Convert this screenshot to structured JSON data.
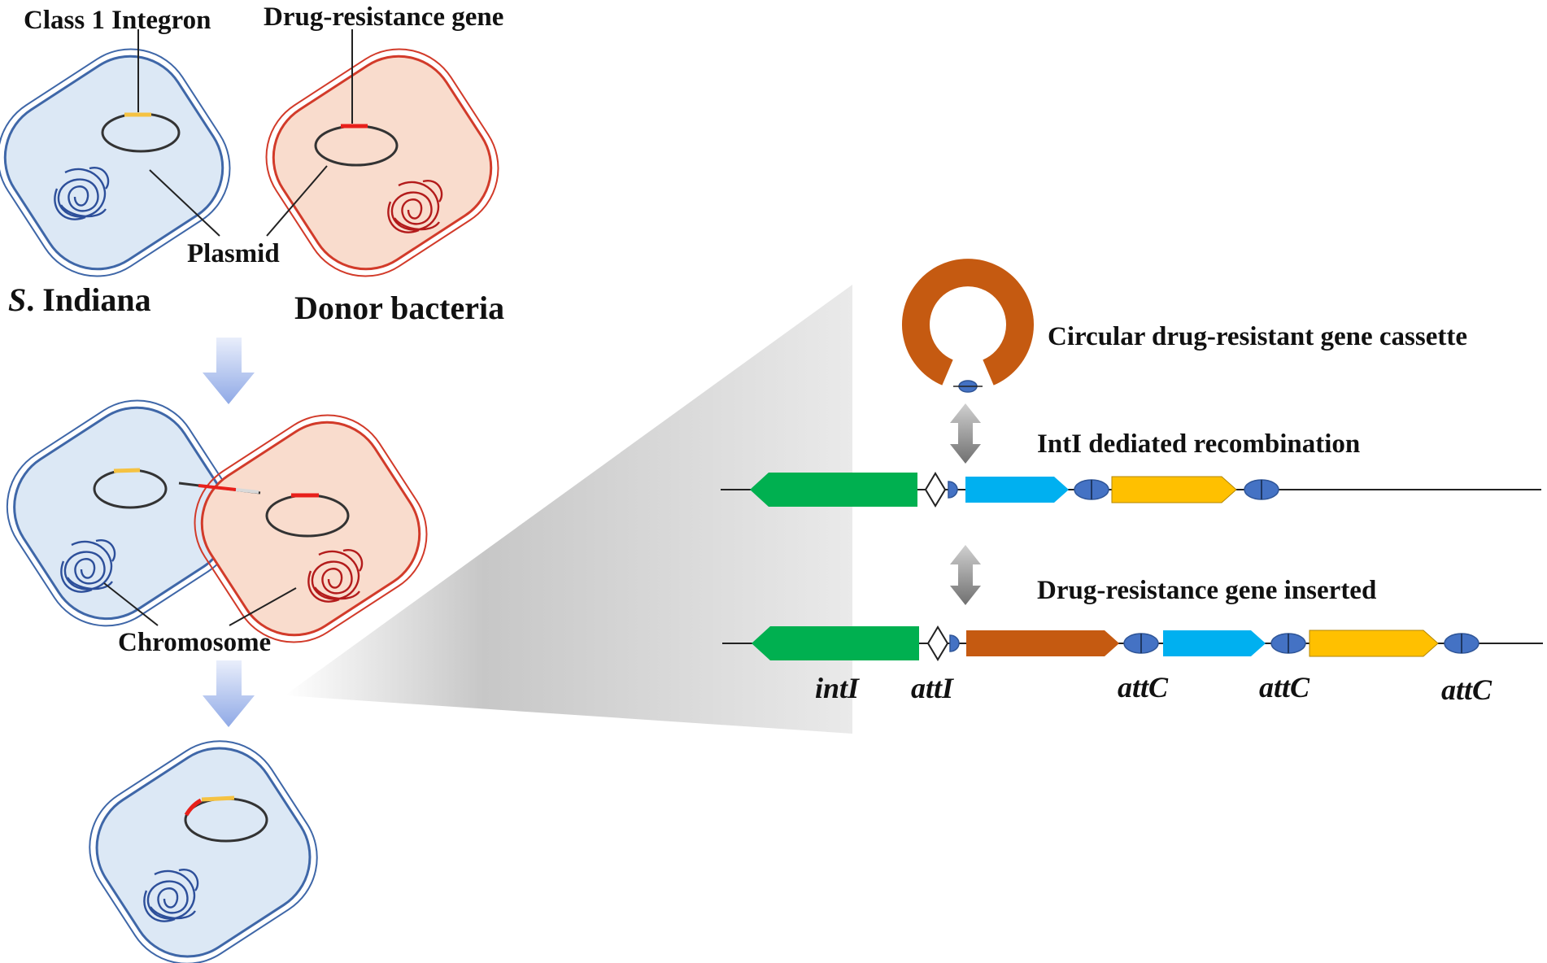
{
  "labels": {
    "class1_integron": "Class 1 Integron",
    "drug_resistance_gene": "Drug-resistance gene",
    "plasmid": "Plasmid",
    "s_indiana_prefix": "S",
    "s_indiana_rest": ". Indiana",
    "donor_bacteria": "Donor bacteria",
    "chromosome": "Chromosome",
    "circular_cassette": "Circular drug-resistant gene cassette",
    "inti_recombination": "IntI dediated recombination",
    "gene_inserted": "Drug-resistance gene inserted",
    "intI": "intI",
    "attI": "attI",
    "attC_1": "attC",
    "attC_2": "attC",
    "attC_3": "attC"
  },
  "colors": {
    "recipient_fill": "#dce8f5",
    "recipient_stroke": "#3f67a8",
    "donor_fill": "#f9dccd",
    "donor_stroke": "#d23b2a",
    "integron_yellow": "#f5c242",
    "resistance_red": "#e8201b",
    "intI_green": "#00b050",
    "gene_blue": "#00b0f0",
    "gene_yellow": "#ffc000",
    "cassette_orange": "#c55a11",
    "attC_blue": "#4472c4",
    "flow_arrow": "#8fa9e6"
  },
  "icons": {
    "flow_arrow": "down-arrow-icon",
    "exchange_arrow": "double-arrow-icon",
    "dna": "tangled-chromosome-icon"
  }
}
